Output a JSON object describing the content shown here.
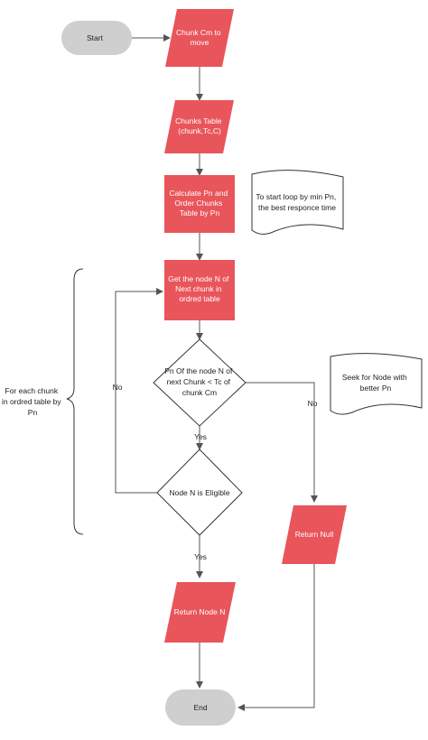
{
  "nodes": {
    "start": "Start",
    "chunk_cm": [
      "Chunk Cm  to",
      "move"
    ],
    "chunks_table": [
      "Chunks Table",
      "(chunk,Tc,C)"
    ],
    "calculate": [
      "Calculate Pn and",
      "Order Chunks",
      "Table by Pn"
    ],
    "note_loop": [
      "To start loop by min Pn,",
      "the best responce time"
    ],
    "get_node": [
      "Get the node N of",
      "Next chunk in",
      "ordred table"
    ],
    "decision_pn": [
      "Pn Of  the node N of",
      "next Chunk < Tc of",
      "chunk Cm"
    ],
    "note_seek": [
      "Seek for Node with",
      "better Pn"
    ],
    "decision_eligible": "Node N is Eligible",
    "return_node": "Return Node N",
    "return_null": "Return Null",
    "end": "End"
  },
  "edges": {
    "yes_1": "Yes",
    "yes_2": "Yes",
    "no_loop": "No",
    "no_right": "No"
  },
  "brace_label": [
    "For each chunk",
    "in ordred table by",
    "Pn"
  ],
  "colors": {
    "red": "#e8555b",
    "red_dark": "#d04a50",
    "grey": "#cfcfcf",
    "line": "#555555"
  }
}
